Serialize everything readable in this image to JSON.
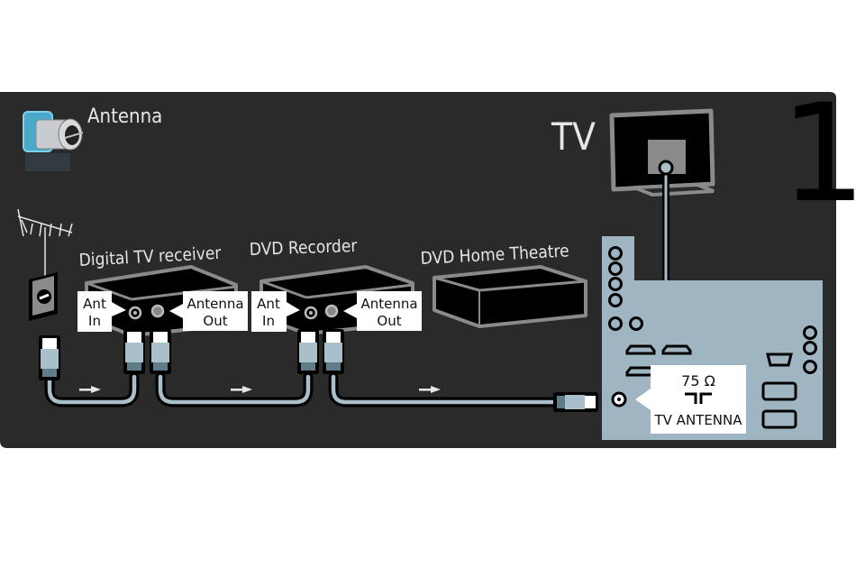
{
  "figure": {
    "step_number": "1",
    "colors": {
      "panel_bg": "#2a2a2a",
      "label_text": "#e6e6e6",
      "cable": "#a9bfca",
      "tv_panel": "#9fb6c2",
      "device_outline": "#8a8a8a",
      "callout_bg": "#ffffff"
    }
  },
  "header": {
    "icon": "antenna-connector-icon",
    "title": "Antenna"
  },
  "devices": {
    "antenna": {
      "icon": "aerial-icon"
    },
    "digital_receiver": {
      "label": "Digital TV receiver",
      "ant_in": [
        "Ant",
        "In"
      ],
      "ant_out": [
        "Antenna",
        "Out"
      ]
    },
    "dvd_recorder": {
      "label": "DVD Recorder",
      "ant_in": [
        "Ant",
        "In"
      ],
      "ant_out": [
        "Antenna",
        "Out"
      ]
    },
    "home_theatre": {
      "label": "DVD Home Theatre"
    },
    "tv": {
      "label": "TV",
      "antenna_port": {
        "impedance": "75 Ω",
        "symbol": "┑┍",
        "label": "TV ANTENNA"
      }
    }
  },
  "flow": {
    "arrow_glyph": "→",
    "direction": "left-to-right"
  }
}
